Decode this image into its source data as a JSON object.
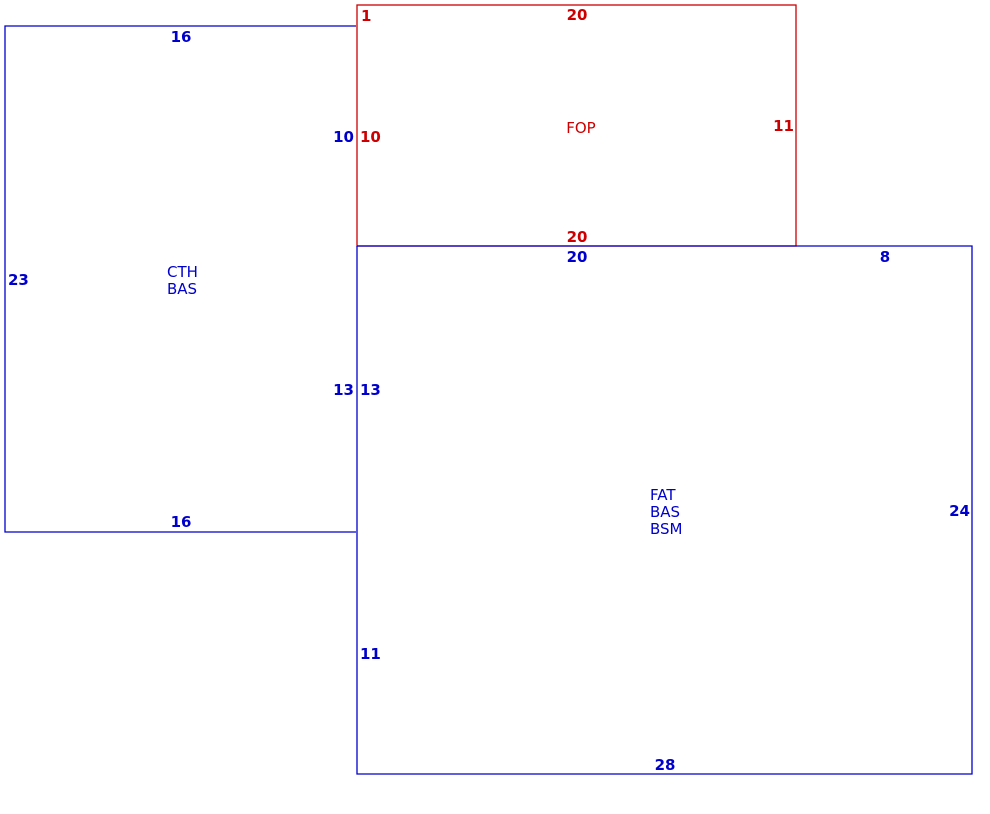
{
  "colors": {
    "blue": "#0000cc",
    "red": "#cc0000"
  },
  "sections": [
    {
      "id": "cth",
      "color": "blue",
      "area_lines": [
        "CTH",
        "BAS"
      ],
      "dims": {
        "top": "16",
        "bottom": "16",
        "left": "23",
        "right_upper": "10",
        "right_lower": "13"
      }
    },
    {
      "id": "fop",
      "color": "red",
      "area_lines": [
        "FOP"
      ],
      "dims": {
        "corner": "1",
        "top": "20",
        "bottom": "20",
        "left": "10",
        "right": "11"
      }
    },
    {
      "id": "fat",
      "color": "blue",
      "area_lines": [
        "FAT",
        "BAS",
        "BSM"
      ],
      "dims": {
        "top": "20",
        "top_right": "8",
        "left_upper": "13",
        "left_lower": "11",
        "right": "24",
        "bottom": "28"
      }
    }
  ]
}
